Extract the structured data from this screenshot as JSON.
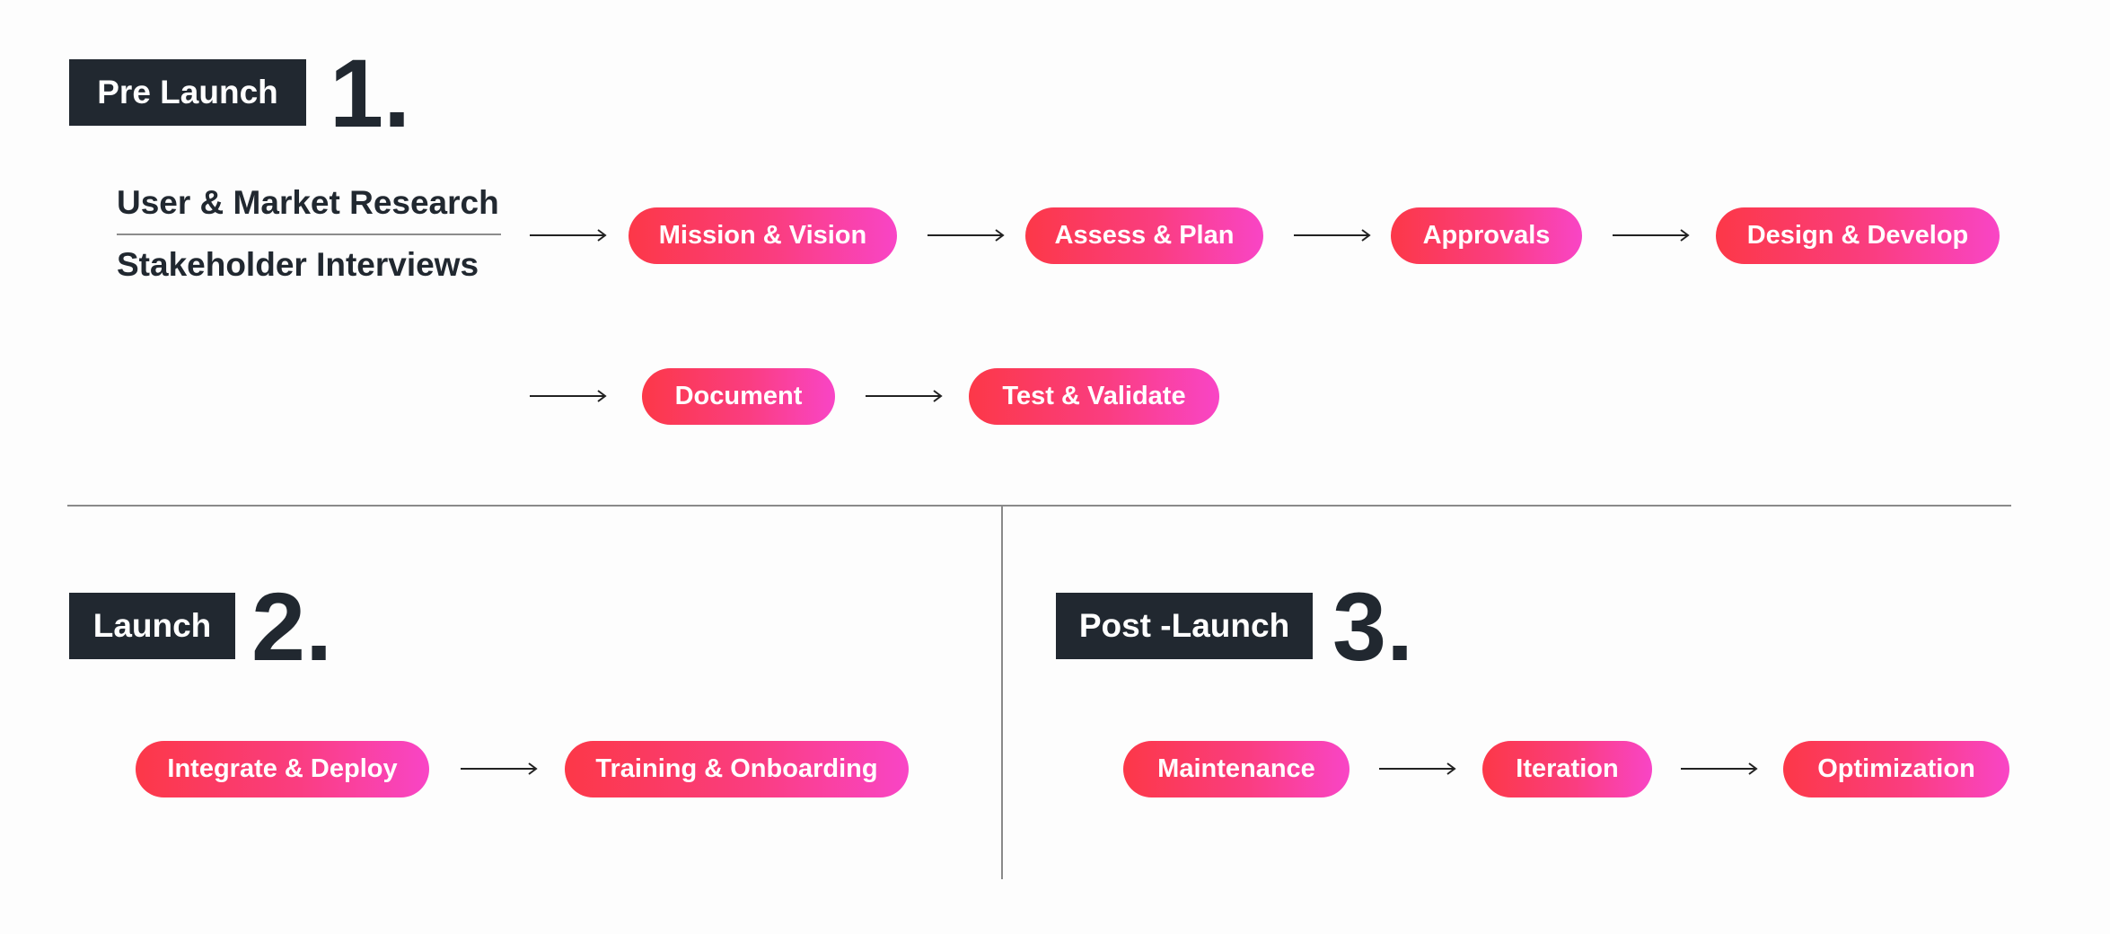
{
  "pre_launch": {
    "tag": "Pre Launch",
    "number": "1.",
    "research": [
      "User & Market Research",
      "Stakeholder Interviews"
    ],
    "row1": [
      "Mission & Vision",
      "Assess & Plan",
      "Approvals",
      "Design & Develop"
    ],
    "row2": [
      "Document",
      "Test & Validate"
    ]
  },
  "launch": {
    "tag": "Launch",
    "number": "2.",
    "steps": [
      "Integrate & Deploy",
      "Training & Onboarding"
    ]
  },
  "post_launch": {
    "tag": "Post -Launch",
    "number": "3.",
    "steps": [
      "Maintenance",
      "Iteration",
      "Optimization"
    ]
  },
  "colors": {
    "pill_gradient_start": "#fc3848",
    "pill_gradient_end": "#f945c6",
    "tag_background": "#212830",
    "heading_text": "#212830",
    "divider": "#8a8a8a"
  },
  "icons": {
    "arrow": "right-arrow-icon"
  }
}
